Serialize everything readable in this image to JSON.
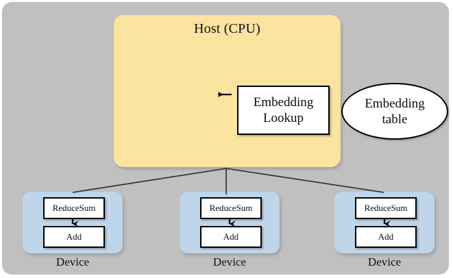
{
  "diagram": {
    "title_visible": false,
    "background_color": "#c0c0c0",
    "canvas_color": "#ffffff"
  },
  "host": {
    "title": "Host (CPU)",
    "fill_color": "#fbe3a0",
    "nodes": {
      "embedding_lookup": {
        "label_line1": "Embedding",
        "label_line2": "Lookup",
        "shape": "rectangle",
        "fill_color": "#ffffff"
      },
      "embedding_table": {
        "label_line1": "Embedding",
        "label_line2": "table",
        "shape": "ellipse",
        "fill_color": "#ffffff"
      }
    },
    "edge": {
      "from": "embedding_table",
      "to": "embedding_lookup",
      "direction": "left",
      "style": "solid-arrow"
    }
  },
  "devices": [
    {
      "label": "Device",
      "fill_color": "#bed5ea",
      "ops": [
        {
          "label": "ReduceSum"
        },
        {
          "label": "Add"
        }
      ],
      "edge": {
        "from": "ReduceSum",
        "to": "Add",
        "direction": "down",
        "style": "solid-arrow"
      }
    },
    {
      "label": "Device",
      "fill_color": "#bed5ea",
      "ops": [
        {
          "label": "ReduceSum"
        },
        {
          "label": "Add"
        }
      ],
      "edge": {
        "from": "ReduceSum",
        "to": "Add",
        "direction": "down",
        "style": "solid-arrow"
      }
    },
    {
      "label": "Device",
      "fill_color": "#bed5ea",
      "ops": [
        {
          "label": "ReduceSum"
        },
        {
          "label": "Add"
        }
      ],
      "edge": {
        "from": "ReduceSum",
        "to": "Add",
        "direction": "down",
        "style": "solid-arrow"
      }
    }
  ],
  "host_to_device_edges": {
    "count": 3,
    "style": "solid-line",
    "fan_origin_label": "host-bottom-center"
  }
}
